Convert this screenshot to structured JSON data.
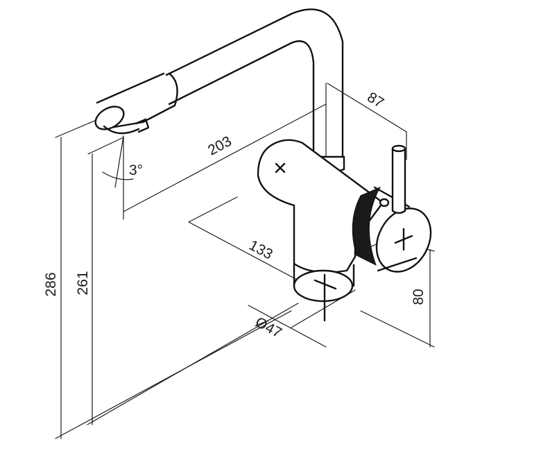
{
  "dimensions": {
    "total_height": "286",
    "spout_height": "261",
    "reach": "203",
    "angle": "3°",
    "lever_offset": "87",
    "body_depth": "133",
    "body_height": "80",
    "base_diameter": "Ø47"
  },
  "colors": {
    "line": "#1a1a1a",
    "background": "#ffffff"
  }
}
